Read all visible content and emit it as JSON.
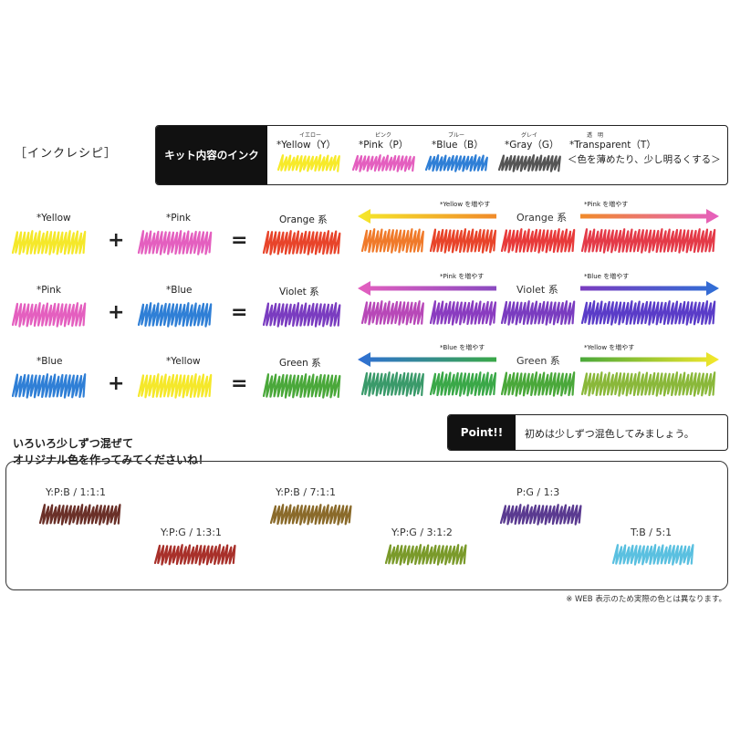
{
  "title": "［インクレシピ］",
  "kit": {
    "label": "キット内容のインク",
    "inks": [
      {
        "ruby": "イエロー",
        "name": "*Yellow（Y）",
        "color": "#f7ea2a"
      },
      {
        "ruby": "ピンク",
        "name": "*Pink（P）",
        "color": "#e45fbf"
      },
      {
        "ruby": "ブルー",
        "name": "*Blue（B）",
        "color": "#2f7fd6"
      },
      {
        "ruby": "グレイ",
        "name": "*Gray（G）",
        "color": "#555555"
      }
    ],
    "transparent": {
      "ruby": "透　明",
      "name": "*Transparent（T）",
      "note": "＜色を薄めたり、少し明るくする＞"
    }
  },
  "recipes": [
    {
      "a_label": "*Yellow",
      "a_color": "#f5e82a",
      "b_label": "*Pink",
      "b_color": "#e45fbf",
      "result_label": "Orange 系",
      "result_color": "#e8442a",
      "left_arrow_label": "*Yellow を増やす",
      "mid_label": "Orange 系",
      "right_arrow_label": "*Pink を増やす",
      "left_arrow_colors": [
        "#f5e82a",
        "#f08a2a"
      ],
      "right_arrow_colors": [
        "#f08a2a",
        "#e55fbf"
      ],
      "gradient": [
        "#f07a2a",
        "#e8442a",
        "#e83a3a",
        "#e43a48"
      ]
    },
    {
      "a_label": "*Pink",
      "a_color": "#e45fbf",
      "b_label": "*Blue",
      "b_color": "#2f7fd6",
      "result_label": "Violet 系",
      "result_color": "#7a3cc0",
      "left_arrow_label": "*Pink を増やす",
      "mid_label": "Violet 系",
      "right_arrow_label": "*Blue を増やす",
      "left_arrow_colors": [
        "#e45fbf",
        "#8a4ac0"
      ],
      "right_arrow_colors": [
        "#7a3cc0",
        "#2f6fd6"
      ],
      "gradient": [
        "#b848b8",
        "#8a3cc0",
        "#7a3cc0",
        "#5a3cc8"
      ]
    },
    {
      "a_label": "*Blue",
      "a_color": "#2f7fd6",
      "b_label": "*Yellow",
      "b_color": "#f5e82a",
      "result_label": "Green 系",
      "result_color": "#4aa83a",
      "left_arrow_label": "*Blue を増やす",
      "mid_label": "Green 系",
      "right_arrow_label": "*Yellow を増やす",
      "left_arrow_colors": [
        "#2f6fd6",
        "#3aa848"
      ],
      "right_arrow_colors": [
        "#4aa83a",
        "#f5e82a"
      ],
      "gradient": [
        "#3a9a6a",
        "#3aa848",
        "#4aa83a",
        "#8ab83a"
      ]
    }
  ],
  "operators": {
    "plus": "+",
    "equals": "="
  },
  "point": {
    "label": "Point!!",
    "text": "初めは少しずつ混色してみましょう。"
  },
  "mix": {
    "heading_line1": "いろいろ少しずつ混ぜて",
    "heading_line2": "オリジナル色を作ってみてくださいね！",
    "samples": [
      {
        "label": "Y:P:B / 1:1:1",
        "color": "#6a3028"
      },
      {
        "label": "Y:P:G / 1:3:1",
        "color": "#a8302a"
      },
      {
        "label": "Y:P:B / 7:1:1",
        "color": "#8a6a2a"
      },
      {
        "label": "Y:P:G / 3:1:2",
        "color": "#7a9a2a"
      },
      {
        "label": "P:G / 1:3",
        "color": "#5a3a90"
      },
      {
        "label": "T:B / 5:1",
        "color": "#5ac0e0"
      }
    ]
  },
  "note": "※ WEB 表示のため実際の色とは異なります。"
}
